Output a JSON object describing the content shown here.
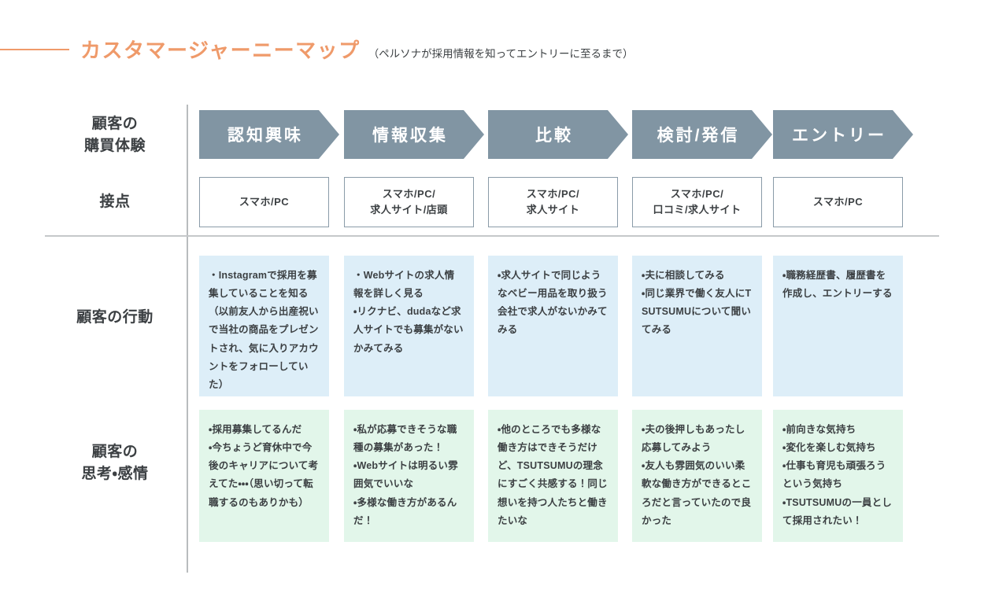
{
  "header": {
    "title": "カスタマージャーニーマップ",
    "subtitle": "（ペルソナが採用情報を知ってエントリーに至るまで）",
    "accent_color": "#ef9a6a"
  },
  "row_labels": {
    "experience": "顧客の\n購買体験",
    "touchpoint": "接点",
    "action": "顧客の行動",
    "thought": "顧客の\n思考・感情"
  },
  "colors": {
    "stage_banner": "#8195a3",
    "action_cell": "#ddeef8",
    "thought_cell": "#e2f6ea",
    "touchpoint_border": "#8a9ba8",
    "divider": "#b9bcbe"
  },
  "columns": [
    {
      "stage": "認知興味",
      "touchpoint": "スマホ/PC",
      "action": "・Instagramで採用を募集していることを知る（以前友人から出産祝いで当社の商品をプレゼントされ、気に入りアカウントをフォローしていた）",
      "thought": "・採用募集してるんだ\n・今ちょうど育休中で今後のキャリアについて考えてた・・・（思い切って転職するのもありかも）"
    },
    {
      "stage": "情報収集",
      "touchpoint": "スマホ/PC/\n求人サイト/店頭",
      "action": "・Webサイトの求人情報を詳しく見る\n・リクナビ、dudaなど求人サイトでも募集がないかみてみる",
      "thought": "・私が応募できそうな職種の募集があった！\n・Webサイトは明るい雰囲気でいいな\n・多様な働き方があるんだ！"
    },
    {
      "stage": "比較",
      "touchpoint": "スマホ/PC/\n求人サイト",
      "action": "・求人サイトで同じようなベビー用品を取り扱う会社で求人がないかみてみる",
      "thought": "・他のところでも多様な働き方はできそうだけど、TSUTSUMUの理念にすごく共感する！同じ想いを持つ人たちと働きたいな"
    },
    {
      "stage": "検討/発信",
      "touchpoint": "スマホ/PC/\n口コミ/求人サイト",
      "action": "・夫に相談してみる\n・同じ業界で働く友人にTSUTSUMUについて聞いてみる",
      "thought": "・夫の後押しもあったし応募してみよう\n・友人も雰囲気のいい柔軟な働き方ができるところだと言っていたので良かった"
    },
    {
      "stage": "エントリー",
      "touchpoint": "スマホ/PC",
      "action": "・職務経歴書、履歴書を作成し、エントリーする",
      "thought": "・前向きな気持ち\n・変化を楽しむ気持ち\n・仕事も育児も頑張ろうという気持ち\n・TSUTSUMUの一員として採用されたい！"
    }
  ]
}
